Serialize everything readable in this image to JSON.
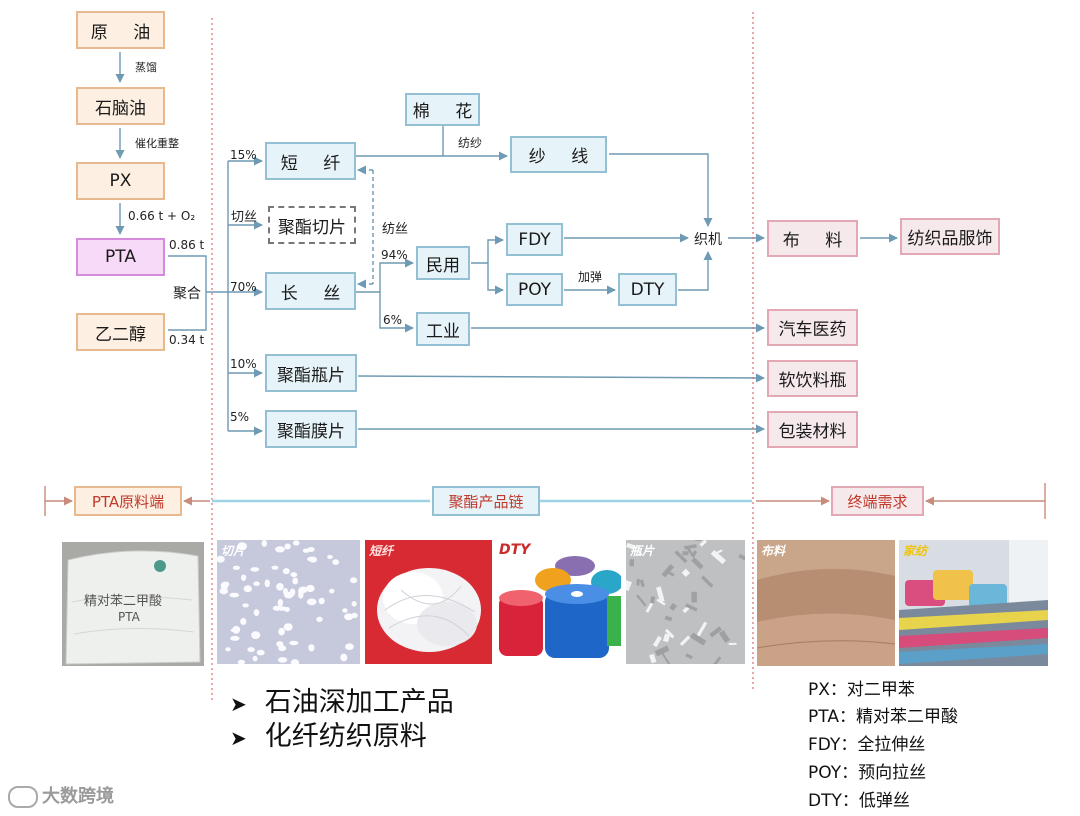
{
  "nodes": {
    "crude": "原 油",
    "naphtha": "石脑油",
    "px": "PX",
    "pta": "PTA",
    "meg": "乙二醇",
    "staple": "短 纤",
    "chip": "聚酯切片",
    "filament": "长 丝",
    "bottle": "聚酯瓶片",
    "film": "聚酯膜片",
    "cotton": "棉 花",
    "yarn": "纱 线",
    "civil": "民用",
    "industrial": "工业",
    "fdy": "FDY",
    "poy": "POY",
    "dty": "DTY",
    "fabric": "布 料",
    "apparel": "纺织品服饰",
    "auto_med": "汽车医药",
    "drink_bottle": "软饮料瓶",
    "packaging": "包装材料"
  },
  "labels": {
    "distill": "蒸馏",
    "reform": "催化重整",
    "oxidize": "0.66 t + O₂",
    "pta_qty": "0.86 t",
    "meg_qty": "0.34 t",
    "polymerize": "聚合",
    "cut": "切丝",
    "spin_yarn": "纺纱",
    "spinning": "纺丝",
    "texturing": "加弹",
    "weaving": "织机",
    "pct_staple": "15%",
    "pct_filament": "70%",
    "pct_bottle": "10%",
    "pct_film": "5%",
    "pct_civil": "94%",
    "pct_industrial": "6%"
  },
  "bands": {
    "upstream": "PTA原料端",
    "chain": "聚酯产品链",
    "demand": "终端需求"
  },
  "photos": [
    {
      "tag": "",
      "bag_text": "精对苯二甲酸",
      "bag_sub": "PTA"
    },
    {
      "tag": "切片"
    },
    {
      "tag": "短纤"
    },
    {
      "tag": "DTY"
    },
    {
      "tag": "瓶片"
    },
    {
      "tag": "布料"
    },
    {
      "tag": "家纺"
    }
  ],
  "bullets": [
    "石油深加工产品",
    "化纤纺织原料"
  ],
  "glossary": [
    "PX：对二甲苯",
    "PTA：精对苯二甲酸",
    "FDY：全拉伸丝",
    "POY：预向拉丝",
    "DTY：低弹丝"
  ],
  "watermark": "大数跨境",
  "colors": {
    "arrow": "#6f9ab3",
    "divider": "#e06c6c",
    "band_text": "#c0392b"
  }
}
